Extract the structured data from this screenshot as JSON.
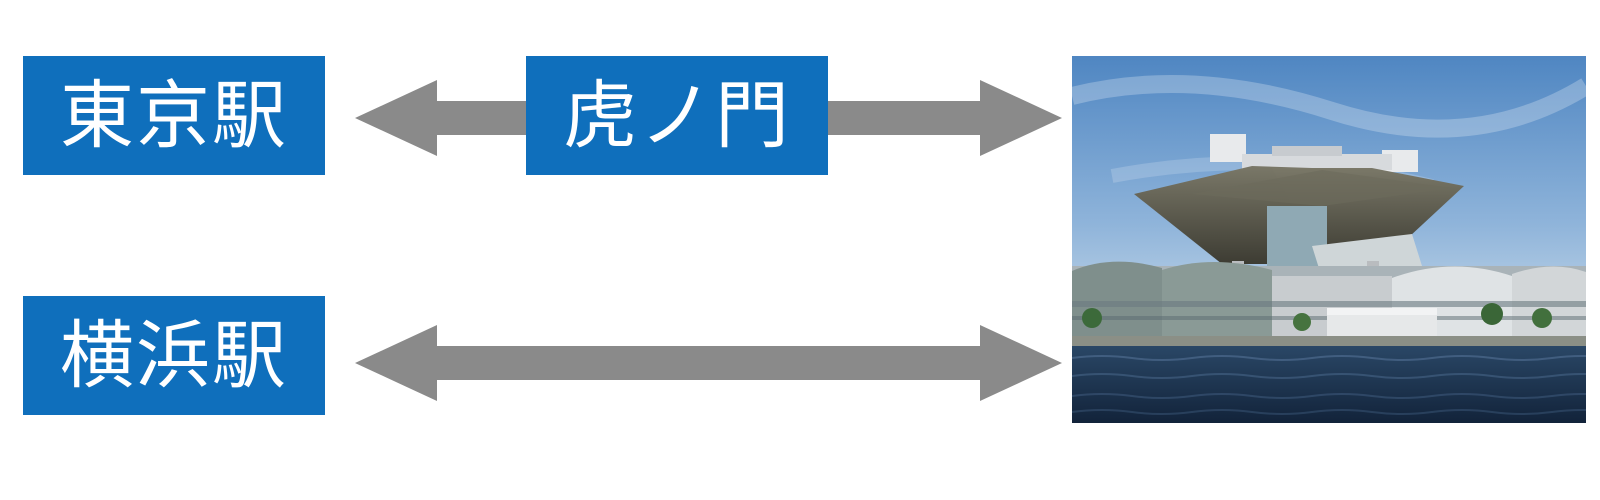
{
  "nodes": {
    "tokyo": {
      "label": "東京駅"
    },
    "toranomon": {
      "label": "虎ノ門"
    },
    "yokohama": {
      "label": "横浜駅"
    }
  },
  "destination": {
    "image": "tokyo-big-sight-photo"
  },
  "connections": [
    {
      "from": "tokyo",
      "via": "toranomon",
      "to": "destination",
      "type": "bidirectional-arrow"
    },
    {
      "from": "yokohama",
      "to": "destination",
      "type": "bidirectional-arrow"
    }
  ],
  "colors": {
    "box": "#0f6fbc",
    "box_text": "#ffffff",
    "arrow": "#8a8a8a"
  }
}
